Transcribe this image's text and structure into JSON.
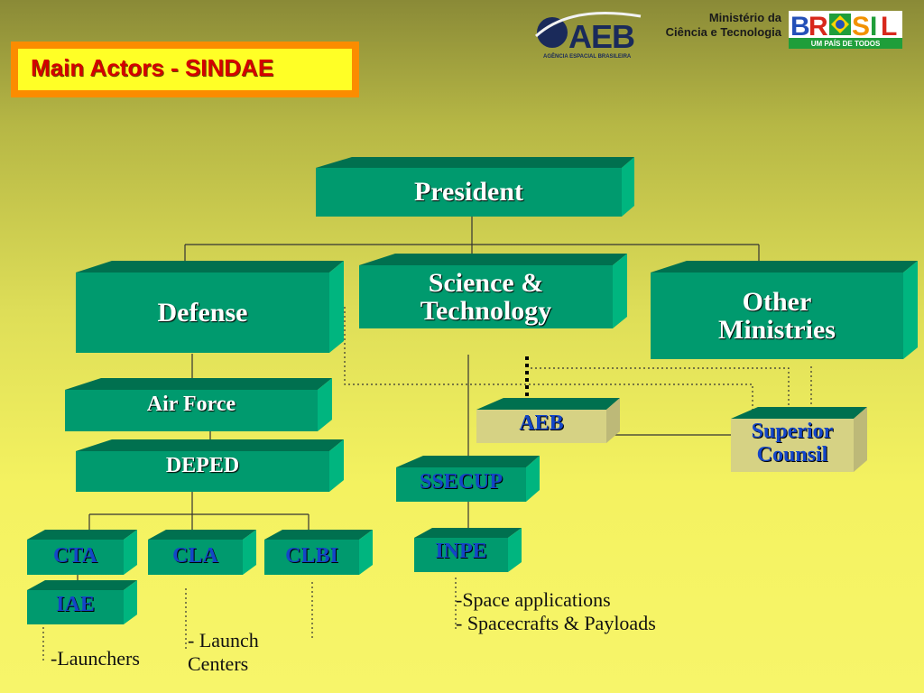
{
  "title": "Main Actors - SINDAE",
  "header": {
    "aeb_logo_text": "AEB",
    "aeb_logo_subtext": "AGÊNCIA ESPACIAL BRASILEIRA",
    "ministry_line1": "Ministério da",
    "ministry_line2": "Ciência e Tecnologia",
    "brasil_logo_text": "BRASIL",
    "brasil_tagline": "UM PAÍS DE TODOS"
  },
  "nodes": {
    "president": "President",
    "defense": "Defense",
    "science_line1": "Science &",
    "science_line2": "Technology",
    "other_line1": "Other",
    "other_line2": "Ministries",
    "air_force": "Air Force",
    "deped": "DEPED",
    "aeb": "AEB",
    "superior_line1": "Superior",
    "superior_line2": "Counsil",
    "ssecup": "SSECUP",
    "cta": "CTA",
    "cla": "CLA",
    "clbi": "CLBI",
    "iae": "IAE",
    "inpe": "INPE"
  },
  "notes": {
    "launchers": "-Launchers",
    "launch_centers_line1": "- Launch",
    "launch_centers_line2": "Centers",
    "space_apps": "-Space applications",
    "spacecrafts": "- Spacecrafts & Payloads"
  },
  "colors": {
    "box_face": "#009a6e",
    "box_top": "#00704f",
    "box_side": "#00b57f",
    "council_face": "#d6d284",
    "title_text": "#d40000",
    "label_blue": "#1446c8"
  }
}
